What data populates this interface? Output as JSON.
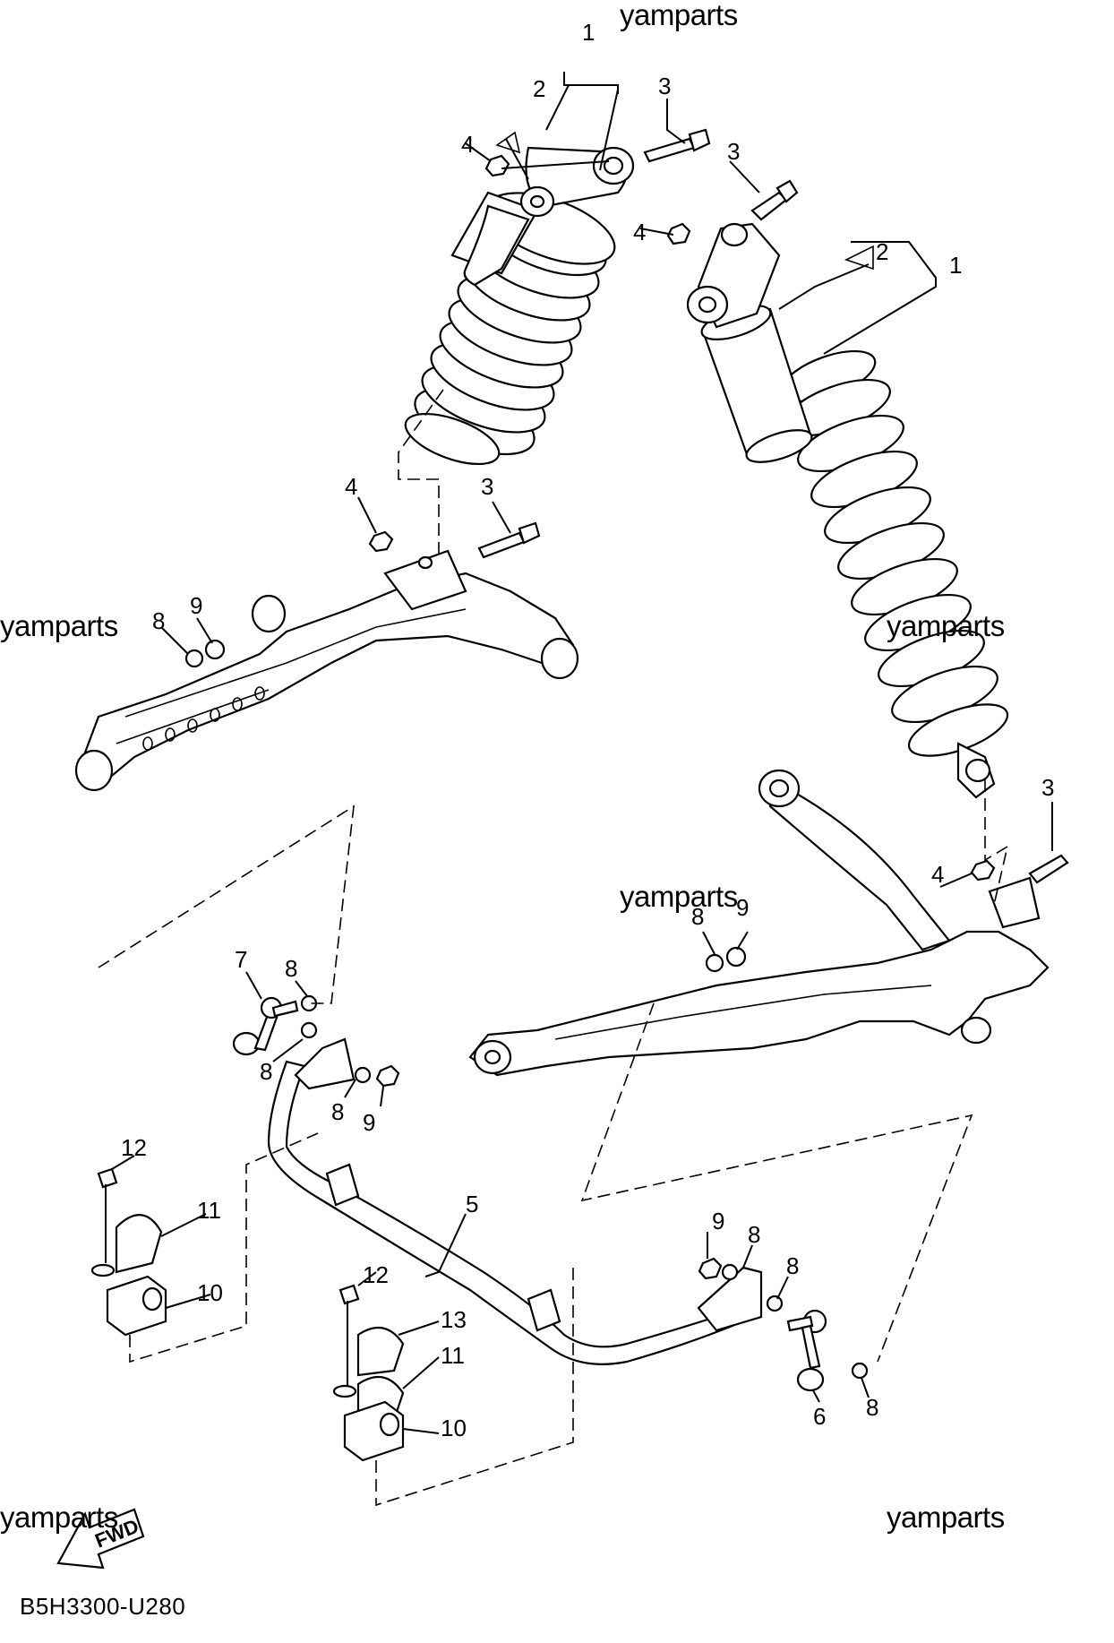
{
  "diagram": {
    "watermarks": [
      "yamparts",
      "yamparts",
      "yamparts",
      "yamparts",
      "yamparts",
      "yamparts"
    ],
    "drawing_code": "B5H3300-U280",
    "fwd_label": "FWD",
    "callouts": {
      "c1a": "1",
      "c2a": "2",
      "c3a": "3",
      "c4a": "4",
      "c3b": "3",
      "c4b": "4",
      "c2b": "2",
      "c1b": "1",
      "c4c": "4",
      "c3c": "3",
      "c8a": "8",
      "c9a": "9",
      "c4d": "4",
      "c3d": "3",
      "c8b": "8",
      "c9b": "9",
      "c7": "7",
      "c8c": "8",
      "c8d": "8",
      "c8e": "8",
      "c9c": "9",
      "c12a": "12",
      "c11a": "11",
      "c10a": "10",
      "c5": "5",
      "c12b": "12",
      "c13": "13",
      "c11b": "11",
      "c10b": "10",
      "c9d": "9",
      "c8f": "8",
      "c8g": "8",
      "c6": "6",
      "c8h": "8"
    }
  }
}
